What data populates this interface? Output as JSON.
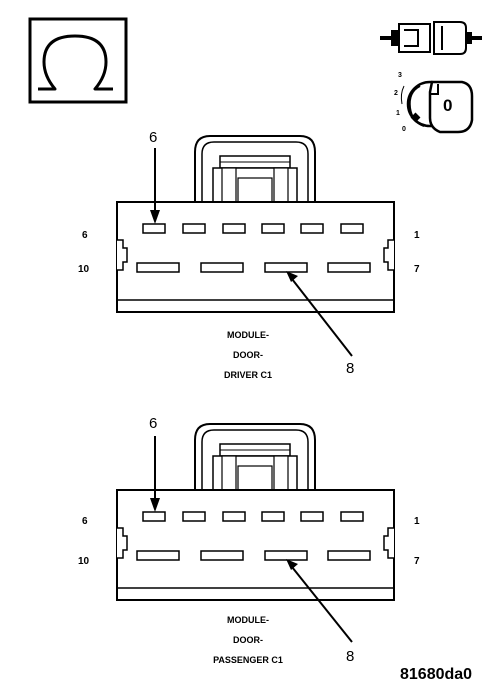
{
  "symbols": {
    "ohmmeter_icon": "ohm-icon",
    "disconnect_icon": "connector-disconnected-icon",
    "ignition_icon": "ignition-key-off-icon",
    "ignition_positions": [
      "3",
      "2",
      "1",
      "0"
    ],
    "ignition_key_digit": "0"
  },
  "connectors": [
    {
      "callout_top": "6",
      "callout_bottom": "8",
      "row1_left": "6",
      "row1_right": "1",
      "row2_left": "10",
      "row2_right": "7",
      "caption": [
        "MODULE-",
        "DOOR-",
        "DRIVER C1"
      ]
    },
    {
      "callout_top": "6",
      "callout_bottom": "8",
      "row1_left": "6",
      "row1_right": "1",
      "row2_left": "10",
      "row2_right": "7",
      "caption": [
        "MODULE-",
        "DOOR-",
        "PASSENGER C1"
      ]
    }
  ],
  "figure_id": "81680da0"
}
